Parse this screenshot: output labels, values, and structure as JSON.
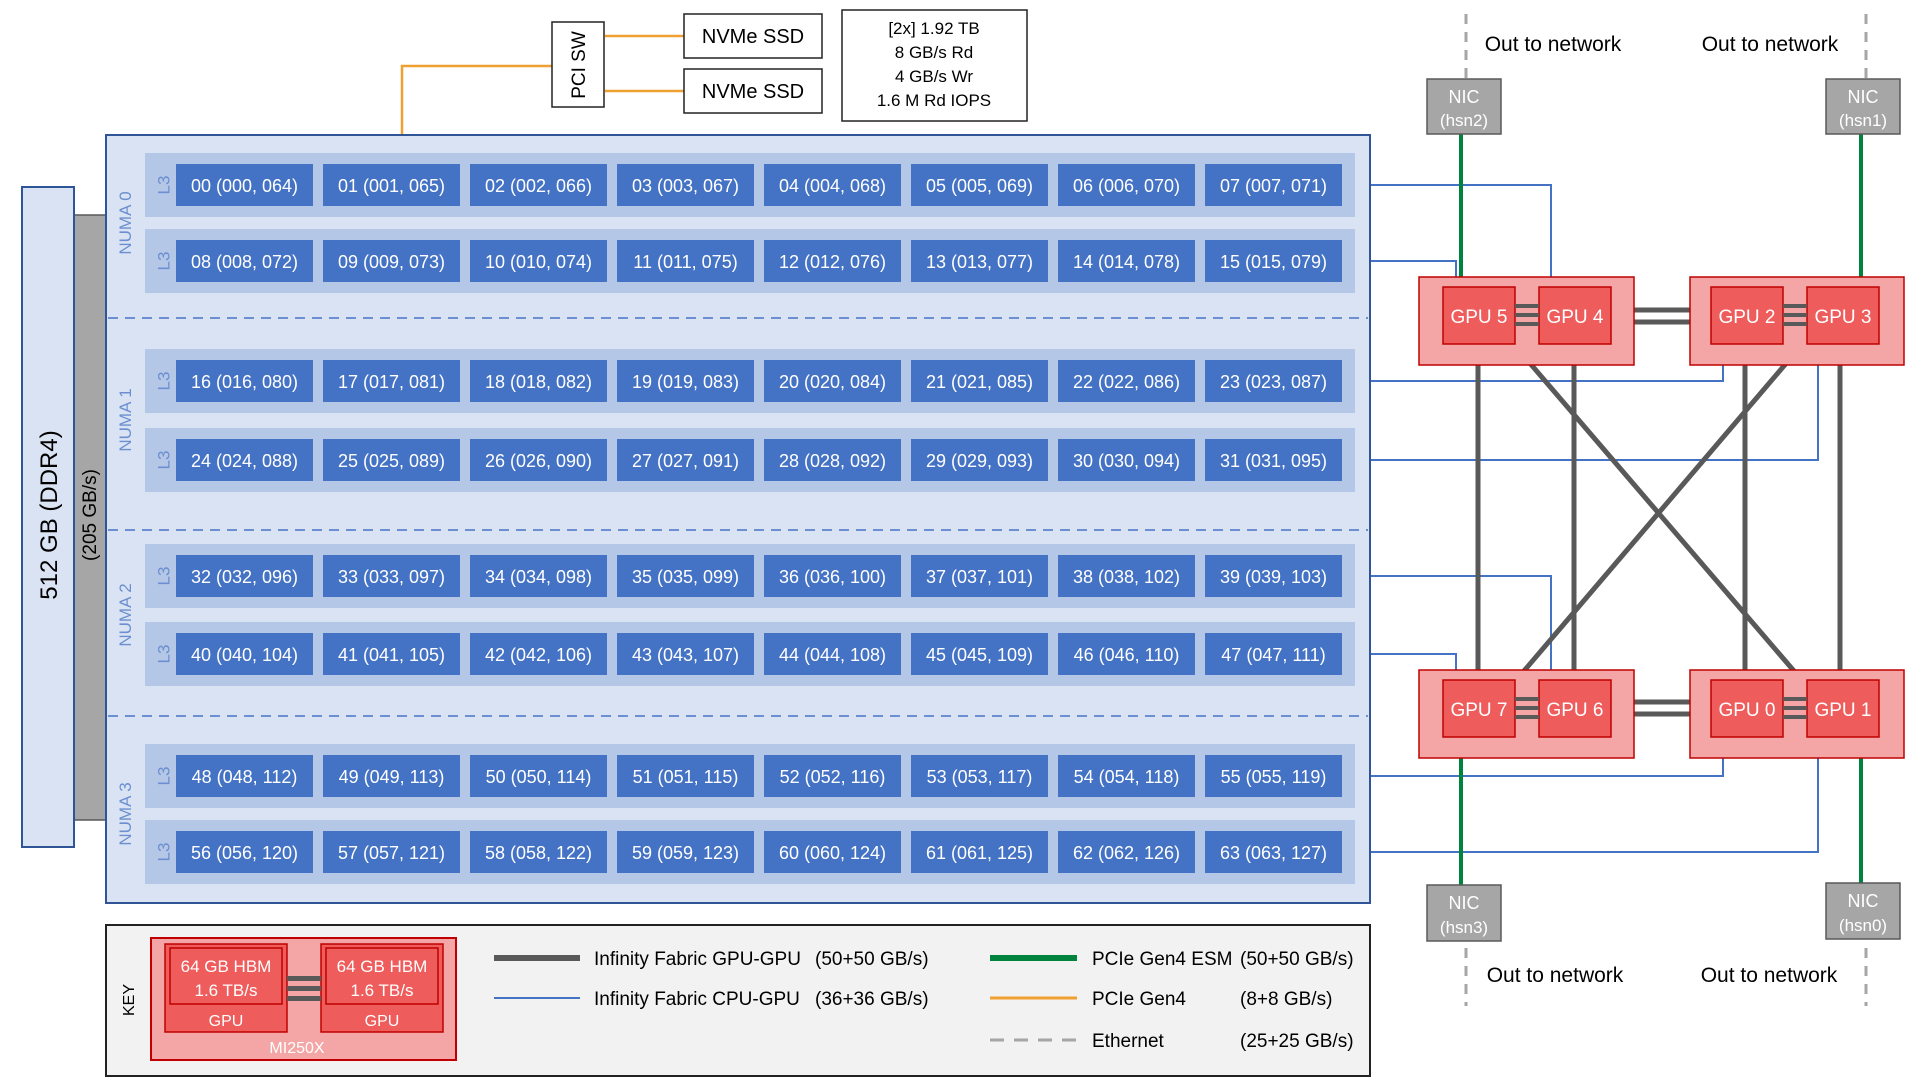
{
  "memory": {
    "label": "512 GB (DDR4)",
    "bandwidth": "(205 GB/s)"
  },
  "storage": {
    "switch_label": "PCI SW",
    "ssds": [
      "NVMe SSD",
      "NVMe SSD"
    ],
    "specs": [
      "[2x] 1.92 TB",
      "8 GB/s Rd",
      "4 GB/s Wr",
      "1.6 M Rd IOPS"
    ]
  },
  "numa_labels": [
    "NUMA 0",
    "NUMA 1",
    "NUMA 2",
    "NUMA 3"
  ],
  "l3_label": "L3",
  "core_rows": [
    [
      "00 (000, 064)",
      "01 (001, 065)",
      "02 (002, 066)",
      "03 (003, 067)",
      "04 (004, 068)",
      "05 (005, 069)",
      "06 (006, 070)",
      "07 (007, 071)"
    ],
    [
      "08 (008, 072)",
      "09 (009, 073)",
      "10 (010, 074)",
      "11 (011, 075)",
      "12 (012, 076)",
      "13 (013, 077)",
      "14 (014, 078)",
      "15 (015, 079)"
    ],
    [
      "16 (016, 080)",
      "17 (017, 081)",
      "18 (018, 082)",
      "19 (019, 083)",
      "20 (020, 084)",
      "21 (021, 085)",
      "22 (022, 086)",
      "23 (023, 087)"
    ],
    [
      "24 (024, 088)",
      "25 (025, 089)",
      "26 (026, 090)",
      "27 (027, 091)",
      "28 (028, 092)",
      "29 (029, 093)",
      "30 (030, 094)",
      "31 (031, 095)"
    ],
    [
      "32 (032, 096)",
      "33 (033, 097)",
      "34 (034, 098)",
      "35 (035, 099)",
      "36 (036, 100)",
      "37 (037, 101)",
      "38 (038, 102)",
      "39 (039, 103)"
    ],
    [
      "40 (040, 104)",
      "41 (041, 105)",
      "42 (042, 106)",
      "43 (043, 107)",
      "44 (044, 108)",
      "45 (045, 109)",
      "46 (046, 110)",
      "47 (047, 111)"
    ],
    [
      "48 (048, 112)",
      "49 (049, 113)",
      "50 (050, 114)",
      "51 (051, 115)",
      "52 (052, 116)",
      "53 (053, 117)",
      "54 (054, 118)",
      "55 (055, 119)"
    ],
    [
      "56 (056, 120)",
      "57 (057, 121)",
      "58 (058, 122)",
      "59 (059, 123)",
      "60 (060, 124)",
      "61 (061, 125)",
      "62 (062, 126)",
      "63 (063, 127)"
    ]
  ],
  "gpus": {
    "top_left": [
      "GPU 5",
      "GPU 4"
    ],
    "top_right": [
      "GPU 2",
      "GPU 3"
    ],
    "bottom_left": [
      "GPU 7",
      "GPU 6"
    ],
    "bottom_right": [
      "GPU 0",
      "GPU 1"
    ]
  },
  "nics": {
    "hsn2": [
      "NIC",
      "(hsn2)"
    ],
    "hsn1": [
      "NIC",
      "(hsn1)"
    ],
    "hsn3": [
      "NIC",
      "(hsn3)"
    ],
    "hsn0": [
      "NIC",
      "(hsn0)"
    ]
  },
  "network": {
    "out_label": "Out to network"
  },
  "key": {
    "title": "KEY",
    "hbm": [
      "64 GB HBM",
      "1.6 TB/s"
    ],
    "gpu": "GPU",
    "mi250x": "MI250X",
    "legend": [
      {
        "name": "Infinity Fabric GPU-GPU",
        "rate": "(50+50 GB/s)",
        "color": "#595959",
        "style": "thick"
      },
      {
        "name": "Infinity Fabric CPU-GPU",
        "rate": "(36+36 GB/s)",
        "color": "#4472c4",
        "style": "thin"
      },
      {
        "name": "PCIe Gen4 ESM",
        "rate": "(50+50 GB/s)",
        "color": "#00843d",
        "style": "thick"
      },
      {
        "name": "PCIe Gen4",
        "rate": "(8+8 GB/s)",
        "color": "#f0a030",
        "style": "medium"
      },
      {
        "name": "Ethernet",
        "rate": "(25+25 GB/s)",
        "color": "#a6a6a6",
        "style": "dashed"
      }
    ]
  },
  "colors": {
    "core_fill": "#4472c4",
    "numa_panel": "#dae3f3",
    "l3_strip": "#b4c7e7",
    "gpu_fill": "#f4a6a6",
    "gpu_chip": "#ee5c5c",
    "nic_fill": "#a6a6a6",
    "cpu_gpu_link": "#4472c4",
    "gpu_gpu_link": "#595959",
    "esm_link": "#00843d",
    "pcie_link": "#f0a030"
  }
}
